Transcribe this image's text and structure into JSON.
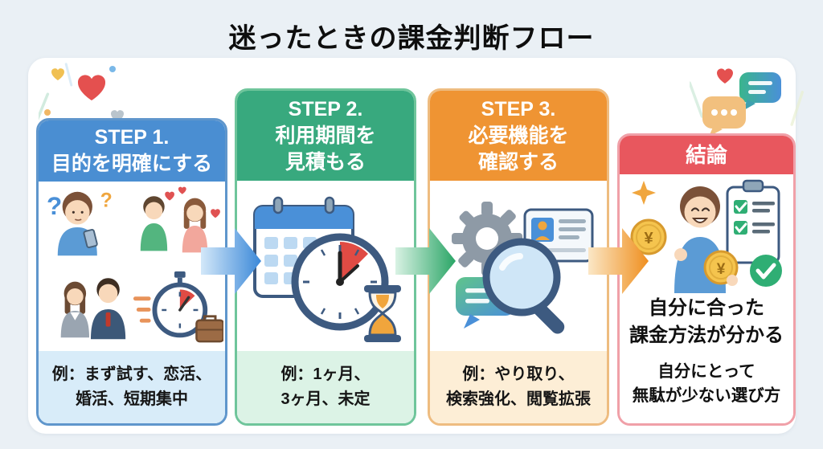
{
  "title": "迷ったときの課金判断フロー",
  "steps": [
    {
      "id": "step1",
      "header": "STEP 1.\n目的を明確にする",
      "example": "例：まず試す、恋活、\n婚活、短期集中",
      "accent": "#4a8ed2",
      "tint": "#d8ecf9",
      "border": "#5f96cc",
      "illustration": "people-purposes (thinking-person-with-phone, couple-with-hearts, business-pair, stopwatch-with-briefcase)"
    },
    {
      "id": "step2",
      "header": "STEP 2.\n利用期間を\n見積もる",
      "example": "例：1ヶ月、\n3ヶ月、未定",
      "accent": "#38a97e",
      "tint": "#dcf3e6",
      "border": "#6fc59b",
      "illustration": "calendar-clock-hourglass"
    },
    {
      "id": "step3",
      "header": "STEP 3.\n必要機能を\n確認する",
      "example": "例：やり取り、\n検索強化、閲覧拡張",
      "accent": "#ef9433",
      "tint": "#fdeed6",
      "border": "#eebc80",
      "illustration": "gear-magnifier-profile-chat"
    },
    {
      "id": "conclusion",
      "header": "結論",
      "accent": "#e8575e",
      "border": "#f0a0a8",
      "texts": [
        "自分に合った\n課金方法が分かる",
        "自分にとって\n無駄が少ない選び方"
      ],
      "illustration": "person-with-yen-coins-and-checklist"
    }
  ],
  "arrows": [
    {
      "from": "step1",
      "to": "step2",
      "color": "#3b88d8"
    },
    {
      "from": "step2",
      "to": "step3",
      "color": "#2aa566"
    },
    {
      "from": "step3",
      "to": "conclusion",
      "color": "#ef8f1f"
    }
  ],
  "decorations": {
    "top_left": [
      "yellow-heart-icon",
      "red-heart-icon",
      "blue-dot",
      "gray-heart-icon",
      "orange-dot",
      "light-streaks"
    ],
    "top_right": [
      "red-heart-icon",
      "blue-green-chat-bubble-icon",
      "orange-chat-bubble-icon",
      "light-streaks"
    ]
  }
}
